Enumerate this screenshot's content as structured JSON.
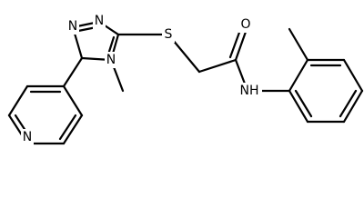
{
  "molecule": {
    "atoms": [
      {
        "id": "N1",
        "label": "N"
      },
      {
        "id": "N2",
        "label": "N"
      },
      {
        "id": "N4",
        "label": "N"
      },
      {
        "id": "S",
        "label": "S"
      },
      {
        "id": "O",
        "label": "O"
      },
      {
        "id": "NH",
        "label": "NH"
      },
      {
        "id": "Npy",
        "label": "N"
      }
    ]
  }
}
